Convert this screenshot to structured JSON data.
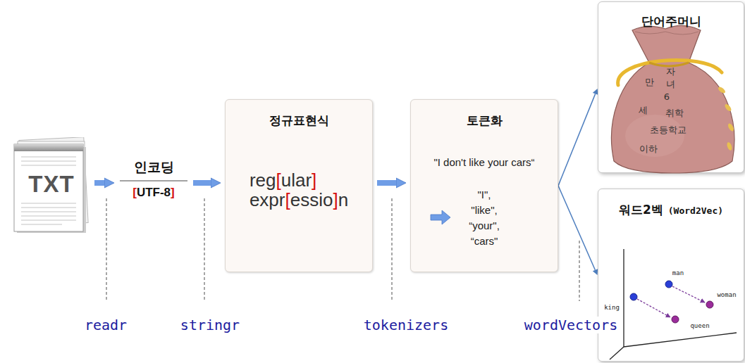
{
  "diagram": {
    "nodes": [
      {
        "text": [
          "TXT"
        ]
      },
      {
        "text": [
          "인코딩",
          "[UTF-8]"
        ]
      },
      {
        "text": [
          "정규표현식",
          "reg[ular] expr[essio]n"
        ]
      },
      {
        "text": [
          "토큰화",
          "\"I don't like your cars“",
          "\"I\", \"like\", “your\", “cars\""
        ]
      },
      {
        "text": [
          "단어주머니"
        ]
      },
      {
        "text": [
          "워드2벡",
          "(Word2Vec)"
        ]
      }
    ],
    "edges": [
      {
        "from": 0,
        "to": 1,
        "arrow": "to"
      },
      {
        "from": 1,
        "to": 2,
        "arrow": "to"
      },
      {
        "from": 2,
        "to": 3,
        "arrow": "to"
      },
      {
        "from": 3,
        "to": 4,
        "arrow": "to"
      },
      {
        "from": 3,
        "to": 5,
        "arrow": "to"
      }
    ],
    "labels": [
      "만",
      "자",
      "녀",
      "6",
      "세",
      "취학",
      "초등학교",
      "이하",
      "man",
      "woman",
      "king",
      "queen",
      "readr",
      "stringr",
      "tokenizers",
      "wordVectors"
    ]
  }
}
